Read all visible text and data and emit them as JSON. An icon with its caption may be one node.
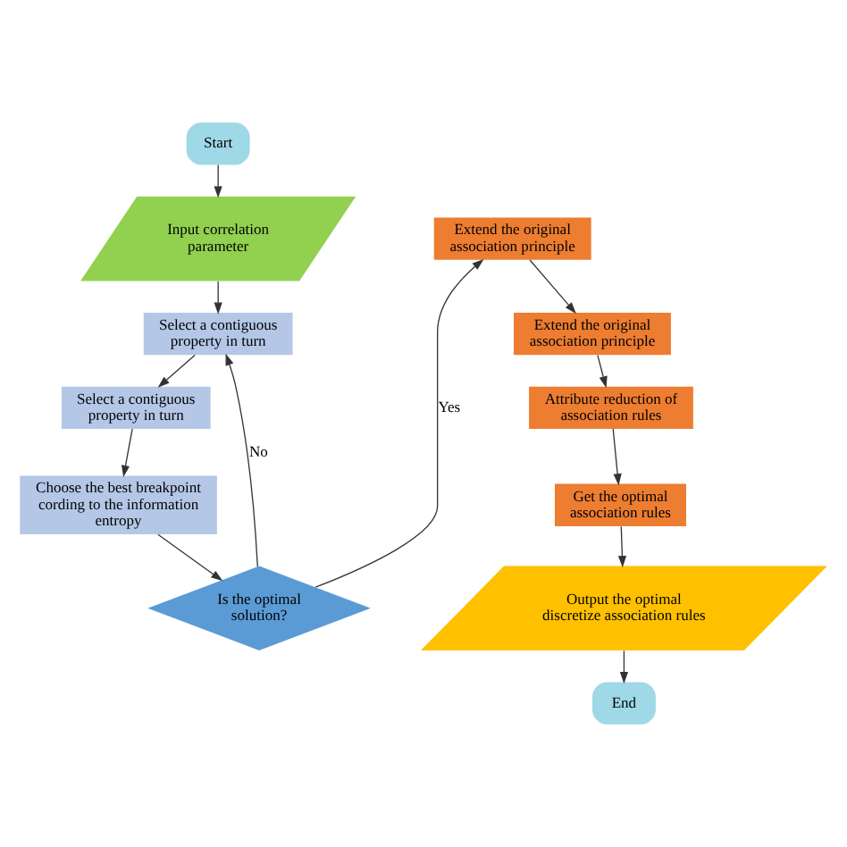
{
  "diagram": {
    "nodes": [
      {
        "text": [
          "Start"
        ]
      },
      {
        "text": [
          "Input correlation parameter"
        ]
      },
      {
        "text": [
          "Select a contiguous property in turn"
        ]
      },
      {
        "text": [
          "Select a contiguous property in turn"
        ]
      },
      {
        "text": [
          "Choose the best breakpoint cording to the information entropy"
        ]
      },
      {
        "text": [
          "Is the optimal solution?"
        ]
      },
      {
        "text": [
          "Extend the original association principle"
        ]
      },
      {
        "text": [
          "Extend the original association principle"
        ]
      },
      {
        "text": [
          "Attribute reduction of association rules"
        ]
      },
      {
        "text": [
          "Get the optimal association rules"
        ]
      },
      {
        "text": [
          "Output the optimal discretize association rules"
        ]
      },
      {
        "text": [
          "End"
        ]
      }
    ],
    "edges": [
      {
        "from": 0,
        "to": 1,
        "arrow": "to"
      },
      {
        "from": 1,
        "to": 2,
        "arrow": "to"
      },
      {
        "from": 2,
        "to": 3,
        "arrow": "to"
      },
      {
        "from": 3,
        "to": 4,
        "arrow": "to"
      },
      {
        "from": 4,
        "to": 5,
        "arrow": "to"
      },
      {
        "from": 5,
        "to": 2,
        "arrow": "to",
        "label": "No"
      },
      {
        "from": 5,
        "to": 6,
        "arrow": "to",
        "label": "Yes"
      },
      {
        "from": 6,
        "to": 7,
        "arrow": "to"
      },
      {
        "from": 7,
        "to": 8,
        "arrow": "to"
      },
      {
        "from": 8,
        "to": 9,
        "arrow": "to"
      },
      {
        "from": 9,
        "to": 10,
        "arrow": "to"
      },
      {
        "from": 10,
        "to": 11,
        "arrow": "to"
      }
    ]
  }
}
